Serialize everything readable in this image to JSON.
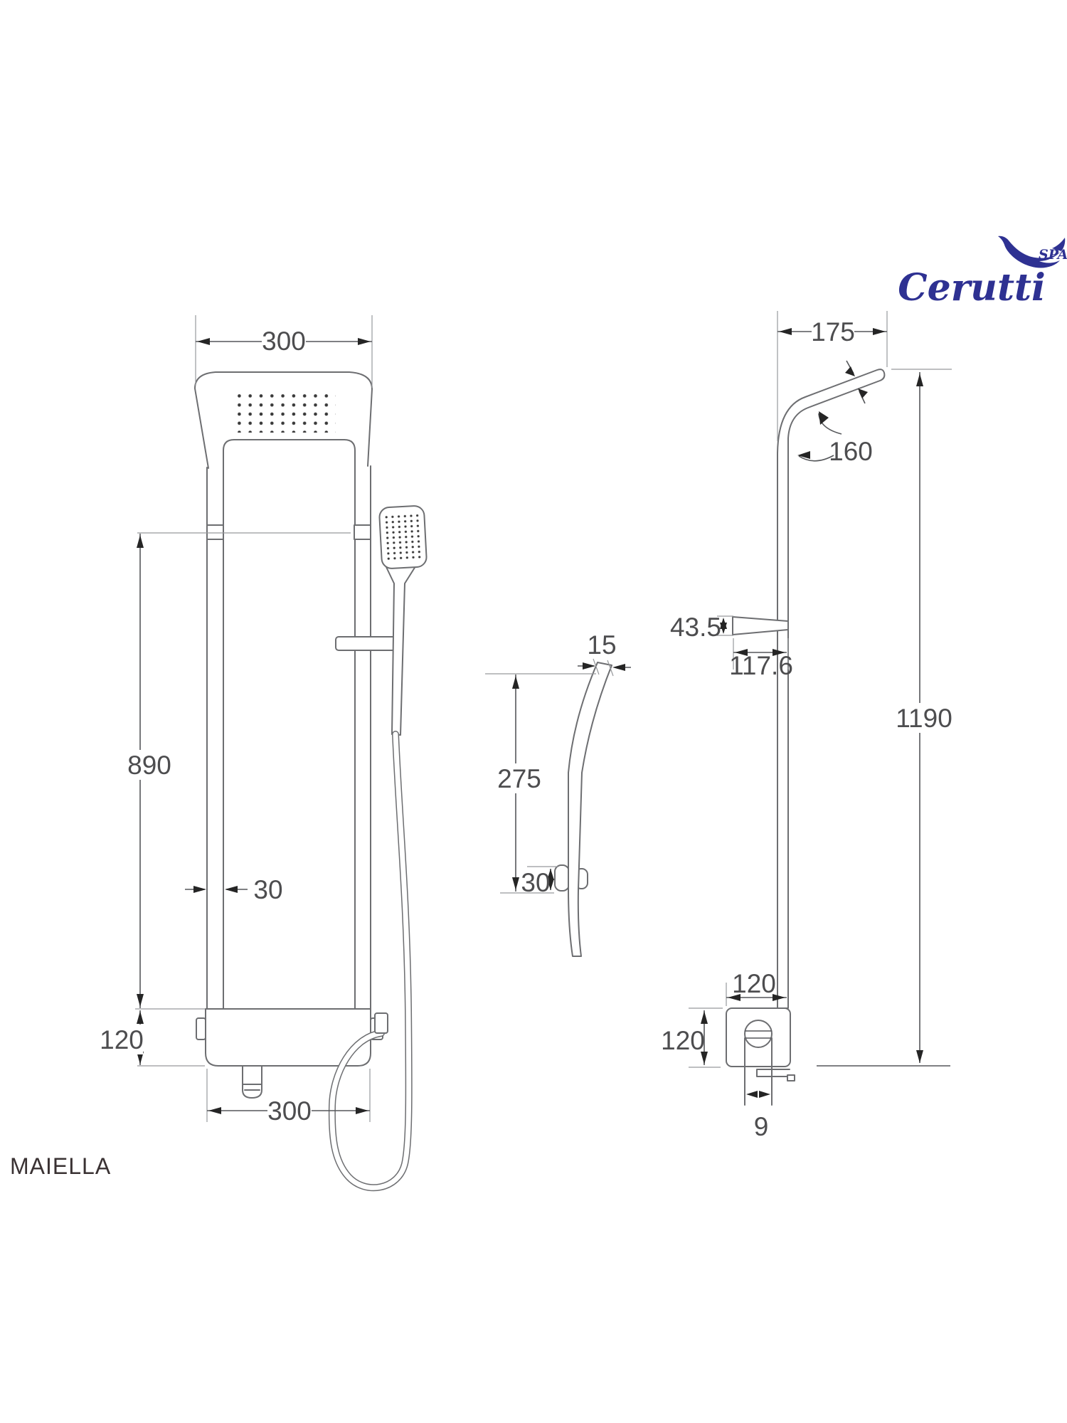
{
  "brand": {
    "name": "Cerutti",
    "suffix": "SPA"
  },
  "model": {
    "name": "MAIELLA"
  },
  "colors": {
    "line": "#6d6e71",
    "dim_text": "#4d4d4f",
    "arrow": "#252525",
    "brand_navy": "#2e3192",
    "background": "#ffffff"
  },
  "dims": {
    "front": {
      "top_width": "300",
      "body_height": "890",
      "rail_width": "30",
      "base_height": "120",
      "bottom_width": "300"
    },
    "hand": {
      "head_thickness": "15",
      "length": "275",
      "holder_height": "30"
    },
    "side": {
      "arm_reach": "175",
      "bend_angle": "160",
      "holder_height": "43.5",
      "holder_depth": "117.6",
      "column_height": "1190",
      "mixer_width": "120",
      "mixer_height": "120",
      "spout_width": "9"
    }
  }
}
